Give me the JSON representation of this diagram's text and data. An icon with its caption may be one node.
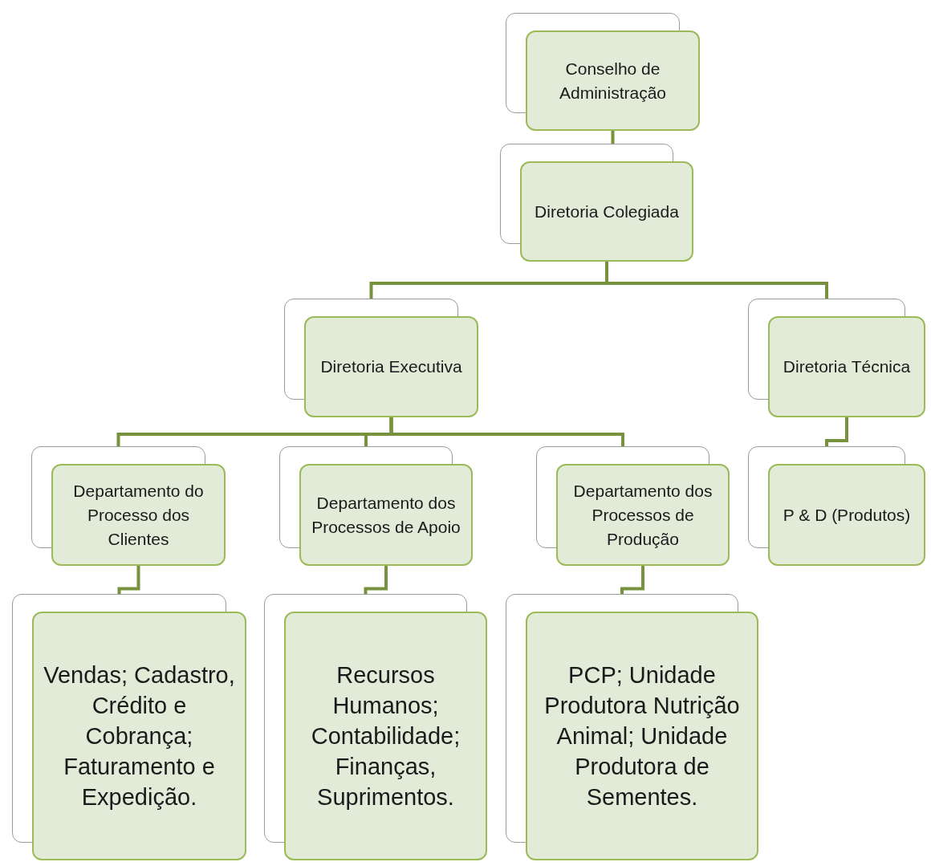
{
  "diagram": {
    "nodes": [
      {
        "text": [
          "Conselho de Administração"
        ]
      },
      {
        "text": [
          "Diretoria Colegiada"
        ]
      },
      {
        "text": [
          "Diretoria Executiva"
        ]
      },
      {
        "text": [
          "Diretoria Técnica"
        ]
      },
      {
        "text": [
          "Departamento do Processo dos Clientes"
        ]
      },
      {
        "text": [
          "Departamento dos Processos de Apoio"
        ]
      },
      {
        "text": [
          "Departamento dos Processos de Produção"
        ]
      },
      {
        "text": [
          "P & D (Produtos)"
        ]
      },
      {
        "text": [
          "Vendas; Cadastro, Crédito e Cobrança; Faturamento e Expedição."
        ]
      },
      {
        "text": [
          "Recursos Humanos; Contabilidade; Finanças, Suprimentos."
        ]
      },
      {
        "text": [
          "PCP; Unidade Produtora Nutrição Animal; Unidade Produtora de Sementes."
        ]
      }
    ],
    "edges": [
      {
        "from": 0,
        "to": 1,
        "arrow": "none"
      },
      {
        "from": 1,
        "to": 2,
        "arrow": "none"
      },
      {
        "from": 1,
        "to": 3,
        "arrow": "none"
      },
      {
        "from": 2,
        "to": 4,
        "arrow": "none"
      },
      {
        "from": 2,
        "to": 5,
        "arrow": "none"
      },
      {
        "from": 2,
        "to": 6,
        "arrow": "none"
      },
      {
        "from": 3,
        "to": 7,
        "arrow": "none"
      },
      {
        "from": 4,
        "to": 8,
        "arrow": "none"
      },
      {
        "from": 5,
        "to": 9,
        "arrow": "none"
      },
      {
        "from": 6,
        "to": 10,
        "arrow": "none"
      }
    ]
  }
}
